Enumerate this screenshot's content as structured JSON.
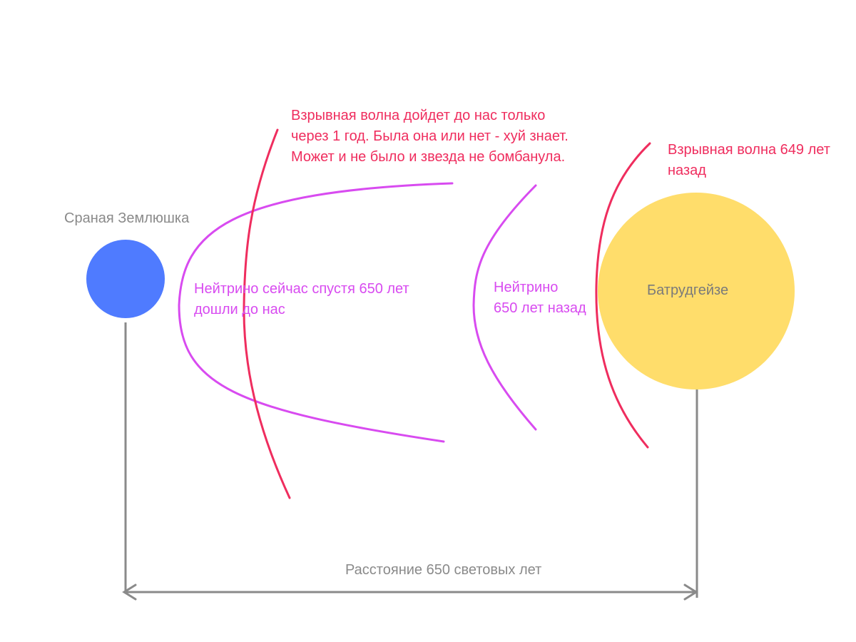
{
  "labels": {
    "earth": "Сраная Землюшка",
    "star": "Батрудгейзе",
    "shockwave_future": [
      "Взрывная волна дойдет до нас только",
      "через 1 год. Была она или нет - хуй знает.",
      "Может и не было и звезда не бомбанула."
    ],
    "shockwave_past": [
      "Взрывная волна 649 лет",
      "назад"
    ],
    "neutrino_now": [
      "Нейтрино сейчас спустя 650 лет",
      "дошли до нас"
    ],
    "neutrino_past": [
      "Нейтрино",
      "650 лет назад"
    ],
    "distance": "Расстояние 650 световых лет"
  },
  "colors": {
    "earth": "#4f7bff",
    "star": "#ffdd6b",
    "neutrino": "#d84bf0",
    "shockwave": "#ef2d5e",
    "measure": "#8a8a8a"
  }
}
